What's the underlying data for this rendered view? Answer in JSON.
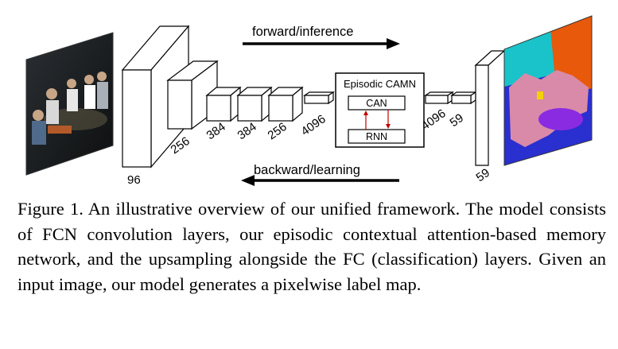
{
  "diagram": {
    "forward_label": "forward/inference",
    "backward_label": "backward/learning",
    "conv_layers": [
      {
        "label": "96"
      },
      {
        "label": "256"
      },
      {
        "label": "384"
      },
      {
        "label": "384"
      },
      {
        "label": "256"
      },
      {
        "label": "4096"
      }
    ],
    "memory_module": {
      "title": "Episodic CAMN",
      "top_box": "CAN",
      "bottom_box": "RNN"
    },
    "fc_layers": [
      {
        "label": "4096"
      },
      {
        "label": "59"
      }
    ],
    "output_label": "59",
    "colors": {
      "arrow": "#000000",
      "recurrent_arrow": "#c00000",
      "seg_orange": "#e8590c",
      "seg_cyan": "#19c3c9",
      "seg_blue": "#2a2fd0",
      "seg_pink": "#d98aa8",
      "seg_purple": "#8a2be2"
    }
  },
  "caption": {
    "text": "Figure 1. An illustrative overview of our unified framework. The model consists of FCN convolution layers, our episodic contextual attention-based memory network, and the upsampling alongside the FC (classification) layers. Given an input image, our model generates a pixelwise label map."
  }
}
